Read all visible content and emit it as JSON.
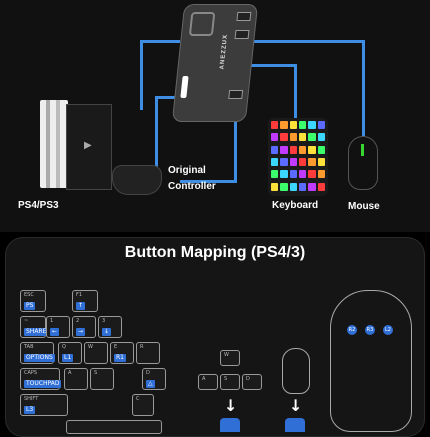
{
  "labels": {
    "console": "PS4/PS3",
    "controller_line1": "Original",
    "controller_line2": "Controller",
    "keyboard": "Keyboard",
    "mouse": "Mouse"
  },
  "adapter_brand": "ANEZZUX",
  "panel_title": "Button Mapping (PS4/3)",
  "keys": [
    {
      "top": "ESC",
      "map": "PS"
    },
    {
      "top": "F1",
      "map": "↑"
    },
    {
      "top": "~",
      "map": "SHARE"
    },
    {
      "top": "1",
      "map": "←"
    },
    {
      "top": "2",
      "map": "→"
    },
    {
      "top": "3",
      "map": "↓"
    },
    {
      "top": "TAB",
      "map": "OPTIONS"
    },
    {
      "top": "Q",
      "map": "L1"
    },
    {
      "top": "W",
      "map": ""
    },
    {
      "top": "E",
      "map": "R1"
    },
    {
      "top": "R",
      "map": ""
    },
    {
      "top": "CAPS",
      "map": "TOUCHPAD"
    },
    {
      "top": "A",
      "map": ""
    },
    {
      "top": "S",
      "map": ""
    },
    {
      "top": "D",
      "map": "△"
    },
    {
      "top": "SHIFT",
      "map": "L3"
    },
    {
      "top": "C",
      "map": ""
    }
  ],
  "wasd": [
    "W",
    "A",
    "S",
    "D"
  ],
  "mouse_buttons": [
    "R2",
    "R3",
    "L2"
  ],
  "colors": {
    "accent": "#3f8ee6",
    "mapping": "#2f6fd6"
  }
}
